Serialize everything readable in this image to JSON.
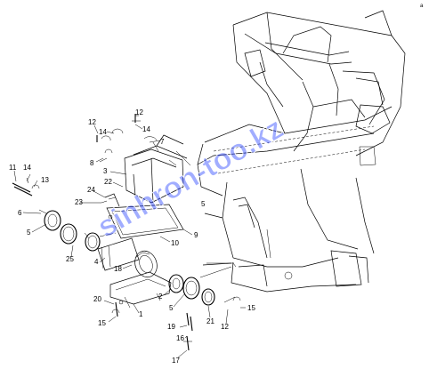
{
  "callouts": [
    {
      "id": "c-12a",
      "text": "12"
    },
    {
      "id": "c-12b",
      "text": "12"
    },
    {
      "id": "c-14a",
      "text": "14"
    },
    {
      "id": "c-14b",
      "text": "14"
    },
    {
      "id": "c-7",
      "text": "7"
    },
    {
      "id": "c-8",
      "text": "8"
    },
    {
      "id": "c-3",
      "text": "3"
    },
    {
      "id": "c-11",
      "text": "11"
    },
    {
      "id": "c-14c",
      "text": "14"
    },
    {
      "id": "c-13",
      "text": "13"
    },
    {
      "id": "c-22",
      "text": "22"
    },
    {
      "id": "c-24",
      "text": "24"
    },
    {
      "id": "c-23",
      "text": "23"
    },
    {
      "id": "c-6",
      "text": "6"
    },
    {
      "id": "c-5a",
      "text": "5"
    },
    {
      "id": "c-25",
      "text": "25"
    },
    {
      "id": "c-5b",
      "text": "5"
    },
    {
      "id": "c-9",
      "text": "9"
    },
    {
      "id": "c-10",
      "text": "10"
    },
    {
      "id": "c-4",
      "text": "4"
    },
    {
      "id": "c-18",
      "text": "18"
    },
    {
      "id": "c-2",
      "text": "2"
    },
    {
      "id": "c-5c",
      "text": "5"
    },
    {
      "id": "c-21",
      "text": "21"
    },
    {
      "id": "c-12c",
      "text": "12"
    },
    {
      "id": "c-15a",
      "text": "15"
    },
    {
      "id": "c-20",
      "text": "20"
    },
    {
      "id": "c-1",
      "text": "1"
    },
    {
      "id": "c-15b",
      "text": "15"
    },
    {
      "id": "c-19",
      "text": "19"
    },
    {
      "id": "c-16",
      "text": "16"
    },
    {
      "id": "c-17",
      "text": "17"
    }
  ],
  "watermark": "sinhron-too.kz",
  "corner_mark": "a"
}
